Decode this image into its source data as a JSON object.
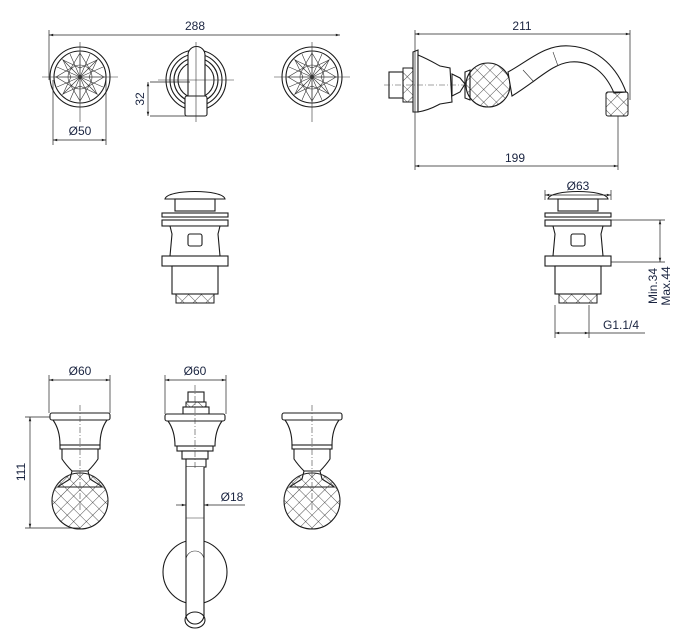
{
  "title": "Wall-mounted 3-hole basin mixer technical drawing",
  "dimensions": {
    "overall_width": "288",
    "rosette_diameter": "Ø50",
    "spout_offset": "32",
    "spout_total_length": "211",
    "spout_projection": "199",
    "waste_cap_diameter": "Ø63",
    "waste_min": "Min.34",
    "waste_max": "Max.44",
    "waste_thread": "G1.1/4",
    "handle_flange_diameter": "Ø60",
    "spout_flange_diameter": "Ø60",
    "handle_height": "111",
    "spout_tube_diameter": "Ø18"
  },
  "colors": {
    "line": "#1b1b1b",
    "dimension_text": "#1a2440"
  }
}
